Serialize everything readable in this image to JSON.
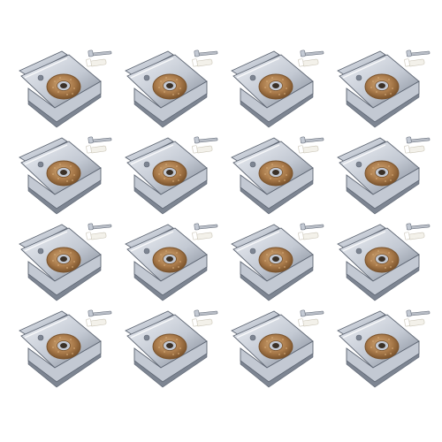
{
  "image": {
    "subject": "shelf-clip-set",
    "background_color": "#ffffff"
  },
  "product": {
    "set_count": 16,
    "grid_rows": 4,
    "grid_columns": 4,
    "items_per_set": [
      "bracket-clip",
      "cork-pad",
      "screw",
      "wall-anchor"
    ]
  },
  "colors": {
    "metal_light": "#eef1f6",
    "metal_mid": "#c3c9d3",
    "metal_dark": "#7d8592",
    "metal_edge": "#5d6572",
    "cork": "#a97a4a",
    "cork_dark": "#7a532c",
    "cork_speck": "#d2a978",
    "hole": "#3a3026",
    "screw": "#b9bec7",
    "anchor": "#f3f1ea"
  }
}
